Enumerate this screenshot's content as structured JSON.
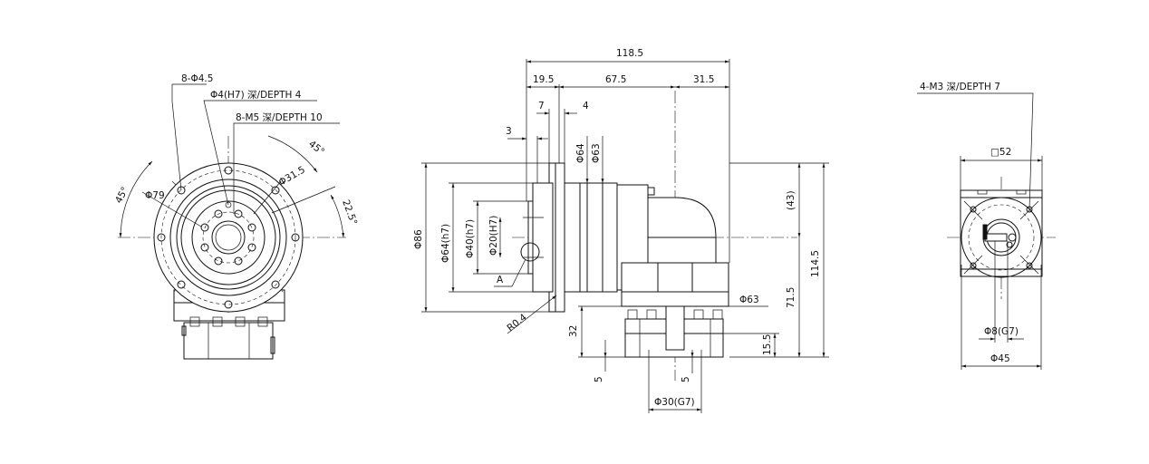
{
  "front_view": {
    "hole_pattern": "8-Φ4.5",
    "pin_hole": "Φ4(H7) 深/DEPTH 4",
    "tap_holes": "8-M5 深/DEPTH 10",
    "angle_left": "45°",
    "angle_right": "45°",
    "angle_small": "22.5°",
    "pcd_outer": "Φ79",
    "pcd_inner": "Φ31.5"
  },
  "side_view": {
    "overall_length": "118.5",
    "len_a": "19.5",
    "len_b": "67.5",
    "len_c": "31.5",
    "len_7": "7",
    "len_4": "4",
    "len_3": "3",
    "dia_64": "Φ64",
    "dia_63_top": "Φ63",
    "dia_86": "Φ86",
    "dia_64h7": "Φ64(h7)",
    "dia_40h7": "Φ40(h7)",
    "dia_20h7": "Φ20(H7)",
    "detail_a": "A",
    "radius": "R0.4",
    "dim_43": "(43)",
    "dim_1145": "114.5",
    "dim_715": "71.5",
    "dia_63_bottom": "Φ63",
    "dim_32": "32",
    "dim_155": "15.5",
    "dim_5_left": "5",
    "dim_5_right": "5",
    "dia_30g7": "Φ30(G7)"
  },
  "bottom_view": {
    "tap_holes": "4-M3 深/DEPTH 7",
    "square": "□52",
    "dia_8g7": "Φ8(G7)",
    "dia_45": "Φ45"
  }
}
